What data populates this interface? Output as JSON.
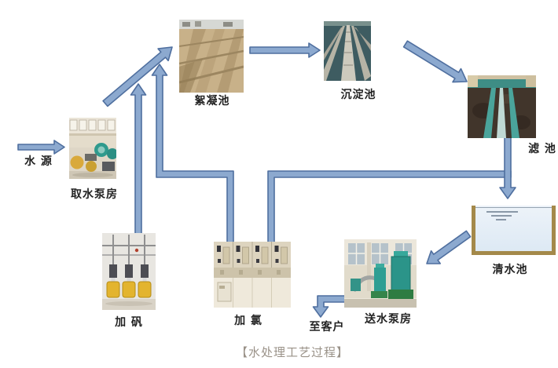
{
  "diagram": {
    "caption": "【水处理工艺过程】",
    "nodes": {
      "water_source": "水 源",
      "intake_pump_house": "取水泵房",
      "flocculation_tank": "絮凝池",
      "sedimentation_tank": "沉淀池",
      "filter_tank": "滤 池",
      "clear_water_tank": "清水池",
      "alum_dosing": "加 矾",
      "chlorine_dosing": "加 氯",
      "delivery_pump_house": "送水泵房",
      "to_customers": "至客户"
    },
    "flow": [
      "水源 → 取水泵房",
      "取水泵房 → 絮凝池",
      "加矾 → 原水管线(絮凝池前)",
      "加氯 → 原水管线(絮凝池前)",
      "絮凝池 → 沉淀池",
      "沉淀池 → 滤池",
      "滤池 → 清水池",
      "加氯 → 滤后水管线(清水池前)",
      "清水池 → 送水泵房",
      "送水泵房 → 至客户"
    ]
  },
  "colors": {
    "background": "#ffffff",
    "arrow_fill": "#8ca9cf",
    "arrow_stroke": "#4f6f9f",
    "label": "#222222",
    "caption": "#9a9288",
    "tank_border": "#a4894a",
    "tank_fill": "#dde9f4"
  }
}
